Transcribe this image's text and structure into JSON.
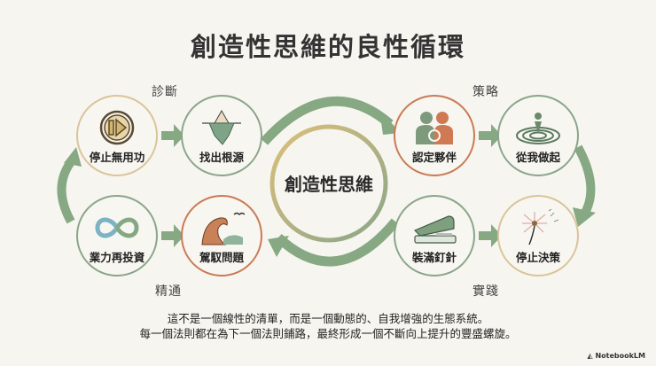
{
  "title": "創造性思維的良性循環",
  "center": {
    "label": "創造性思維"
  },
  "sections": {
    "diagnose": "診斷",
    "strategy": "策略",
    "mastery": "精通",
    "practice": "實踐"
  },
  "nodes": [
    {
      "id": "stop-useless-work",
      "label": "停止無用功",
      "icon": "pause-play-icon",
      "border": "#d9c49a"
    },
    {
      "id": "find-root-cause",
      "label": "找出根源",
      "icon": "iceberg-icon",
      "border": "#8aa58a"
    },
    {
      "id": "identify-partners",
      "label": "認定夥伴",
      "icon": "partners-icon",
      "border": "#c97a55"
    },
    {
      "id": "start-with-me",
      "label": "從我做起",
      "icon": "ripple-icon",
      "border": "#8aa58a"
    },
    {
      "id": "stop-deciding",
      "label": "停止決策",
      "icon": "dandelion-icon",
      "border": "#d9c49a"
    },
    {
      "id": "load-staples",
      "label": "裝滿釘針",
      "icon": "stapler-icon",
      "border": "#8aa58a"
    },
    {
      "id": "ride-the-problem",
      "label": "駕馭問題",
      "icon": "wave-icon",
      "border": "#c97a55"
    },
    {
      "id": "reinvest-energy",
      "label": "業力再投資",
      "icon": "infinity-icon",
      "border": "#8aa58a"
    }
  ],
  "footer": {
    "line1": "這不是一個線性的清單，而是一個動態的、自我增強的生態系統。",
    "line2": "每一個法則都在為下一個法則鋪路，最終形成一個不斷向上提升的豐盛螺旋。"
  },
  "brand": "NotebookLM",
  "colors": {
    "background": "#f7f5ef",
    "arrow_green": "#86a882",
    "gold": "#d9c49a",
    "terracotta": "#c97a55",
    "sage": "#8aa58a"
  }
}
